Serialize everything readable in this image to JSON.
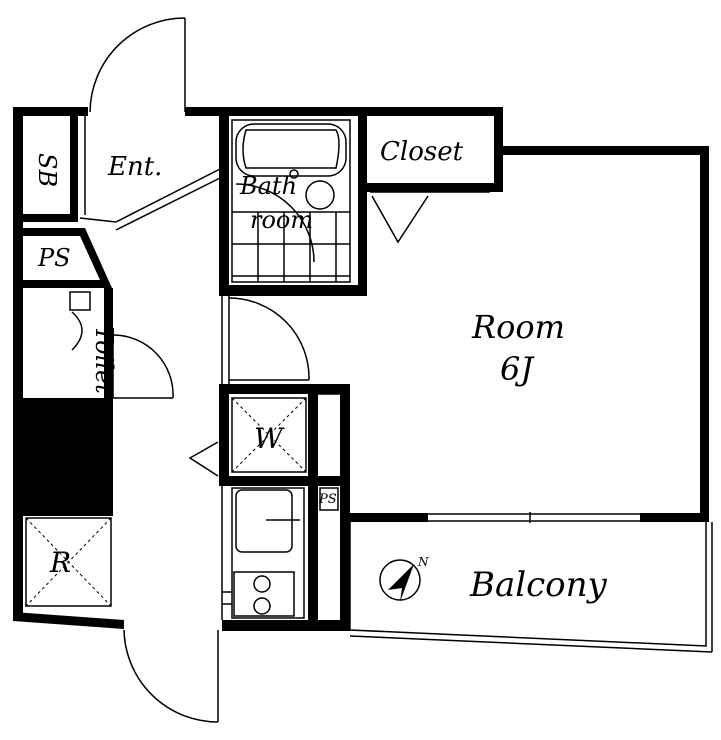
{
  "labels": {
    "sb": "SB",
    "entrance": "Ent.",
    "ps_left": "PS",
    "toilet": "Toilet",
    "bath_line1": "Bath",
    "bath_line2": "room",
    "closet": "Closet",
    "room_line1": "Room",
    "room_line2": "6J",
    "wardrobe": "W",
    "ps_right": "PS",
    "refrigerator": "R",
    "balcony": "Balcony",
    "north_mark": "N"
  }
}
